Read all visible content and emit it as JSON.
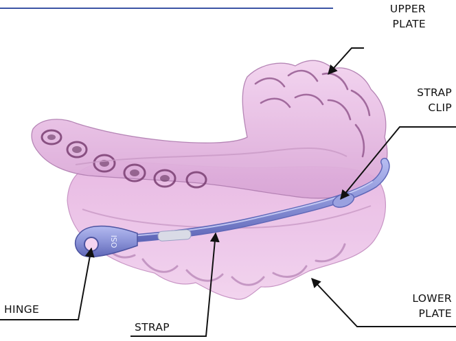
{
  "labels": {
    "upper_plate": [
      "UPPER",
      "PLATE"
    ],
    "strap_clip": [
      "STRAP",
      "CLIP"
    ],
    "lower_plate": [
      "LOWER",
      "PLATE"
    ],
    "hinge": "HINGE",
    "strap": "STRAP"
  },
  "hinge_logo": "OSI",
  "colors": {
    "top_rule": "#3a53a4",
    "plate_pink": "#e9bfe6",
    "plate_shadow": "#b27fb2",
    "plate_deep": "#7a3f72",
    "strap_blue": "#8c94d8",
    "strap_dark": "#5f67b8",
    "leader_line": "#111111"
  }
}
